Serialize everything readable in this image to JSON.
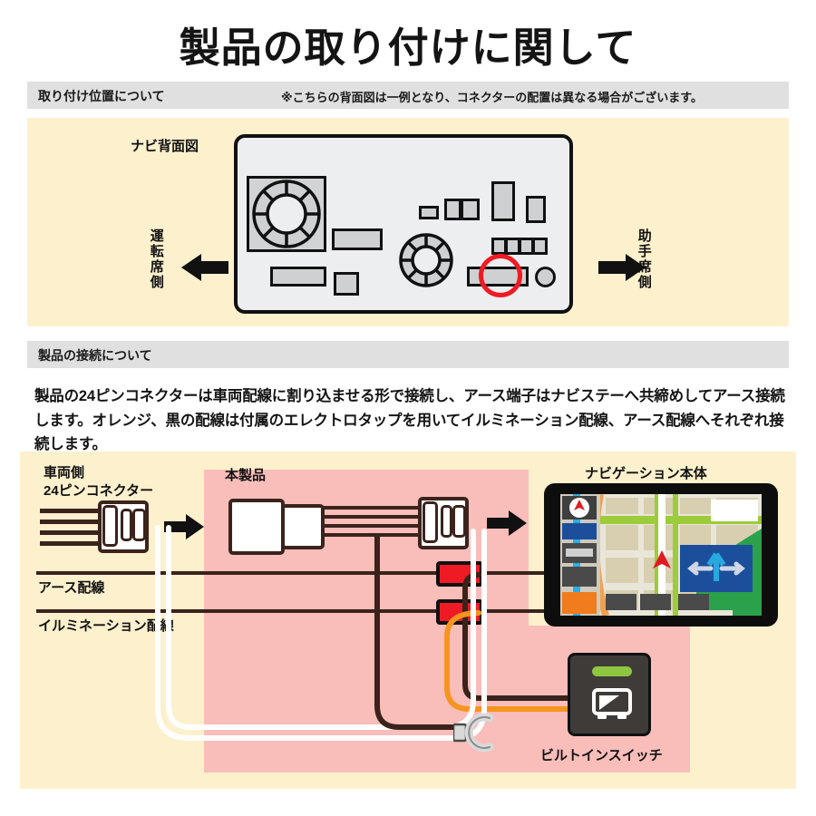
{
  "page": {
    "title": "製品の取り付けに関して"
  },
  "section1": {
    "header": "取り付け位置について",
    "note": "※こちらの背面図は一例となり、コネクターの配置は異なる場合がございます。",
    "diagram_label": "ナビ背面図",
    "left_side_label": "運転席側",
    "right_side_label": "助手席側",
    "left_arrow_icon": "arrow-left-icon",
    "right_arrow_icon": "arrow-right-icon",
    "highlight_icon": "red-circle-highlight-icon"
  },
  "section2": {
    "header": "製品の接続について",
    "body": "製品の24ピンコネクターは車両配線に割り込ませる形で接続し、アース端子はナビステーへ共締めしてアース接続します。オレンジ、黒の配線は付属のエレクトロタップを用いてイルミネーション配線、アース配線へそれぞれ接続します。",
    "labels": {
      "vehicle_connector": "車両側\n24ピンコネクター",
      "this_product": "本製品",
      "navigation_unit": "ナビゲーション本体",
      "ground_wire": "アース配線",
      "illumination_wire": "イルミネーション配線",
      "builtin_switch": "ビルトインスイッチ"
    },
    "icons": {
      "arrow_left_to_product": "arrow-right-icon",
      "arrow_product_to_navi": "arrow-right-icon",
      "ground_terminal": "ring-terminal-icon",
      "electro_tap": "electro-tap-icon",
      "switch_led": "led-indicator-icon",
      "switch_glyph": "monitor-icon"
    }
  },
  "colors": {
    "cream": "#fdf0cd",
    "pink": "#f9bdba",
    "section_bar": "#e0e0e0",
    "wire_dark": "#3b231c",
    "wire_orange": "#f7941e",
    "wire_white": "#ffffff",
    "tap_red": "#ee1b24",
    "highlight_red": "#ee1b24",
    "panel_grey": "#eceef0",
    "connector_grey": "#cfd0d2",
    "switch_body": "#3e3b39",
    "led_green": "#8ec63f"
  }
}
